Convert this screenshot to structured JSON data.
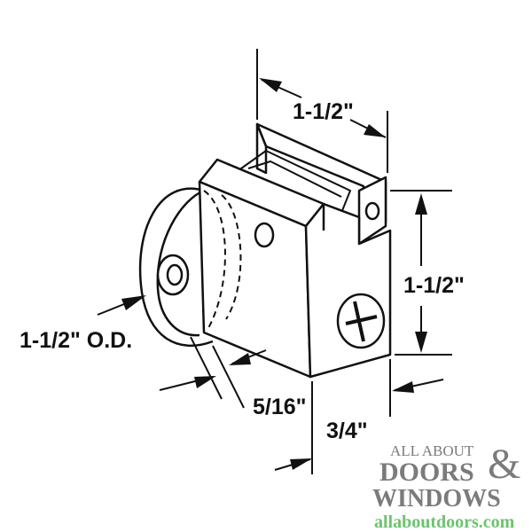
{
  "dimensions": {
    "top_width": "1-1/2\"",
    "height": "1-1/2\"",
    "wheel_od": "1-1/2\" O.D.",
    "wheel_thickness": "5/16\"",
    "depth": "3/4\""
  },
  "logo": {
    "line1": "ALL ABOUT",
    "line2": "DOORS",
    "ampersand": "&",
    "line3": "WINDOWS",
    "url": "allaboutdoors.com",
    "colors": {
      "gray": "#7b7b7b",
      "green": "#6cc36e"
    }
  }
}
